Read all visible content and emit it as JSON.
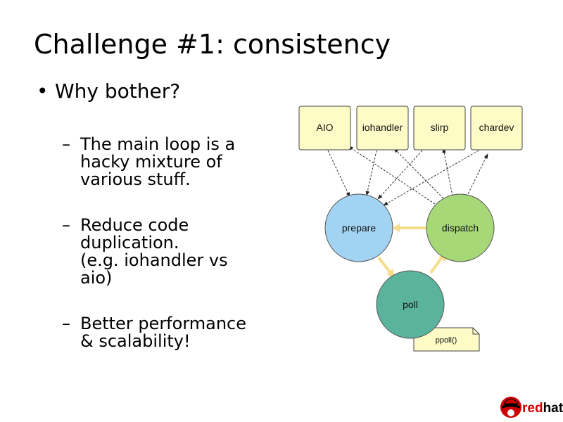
{
  "slide": {
    "title": "Challenge #1: consistency",
    "bullet": {
      "marker": "•",
      "text": "Why bother?"
    },
    "sub_bullets": [
      {
        "marker": "–",
        "text": "The main loop is a\nhacky mixture of\nvarious stuff."
      },
      {
        "marker": "–",
        "text": "Reduce code\nduplication.\n(e.g. iohandler vs\naio)"
      },
      {
        "marker": "–",
        "text": "Better performance\n& scalability!"
      }
    ]
  },
  "diagram": {
    "sources": [
      "AIO",
      "iohandler",
      "slirp",
      "chardev"
    ],
    "phases": {
      "prepare": "prepare",
      "dispatch": "dispatch",
      "poll": "poll"
    },
    "note": "ppoll()",
    "colors": {
      "box_fill": "#fdfcc7",
      "prepare": "#a3d3f2",
      "dispatch": "#a6d878",
      "poll": "#5ab39d",
      "cycle_arrow": "#f5dd8a"
    }
  },
  "logo": {
    "part1": "red",
    "part2": "hat",
    "suffix": ".",
    "colors": {
      "red": "#cc0000",
      "hat": "#000000"
    }
  }
}
